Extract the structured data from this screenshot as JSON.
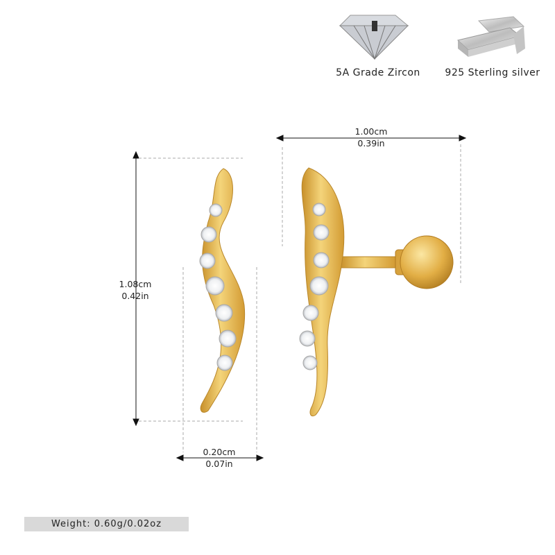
{
  "features": [
    {
      "icon": "zircon-gem-icon",
      "label": "5A Grade Zircon"
    },
    {
      "icon": "silver-bar-icon",
      "label": "925 Sterling silver"
    }
  ],
  "dimensions": {
    "height": {
      "cm": "1.08cm",
      "in": "0.42in"
    },
    "width": {
      "cm": "1.00cm",
      "in": "0.39in"
    },
    "thickness": {
      "cm": "0.20cm",
      "in": "0.07in"
    }
  },
  "weight": "Weight: 0.60g/0.02oz",
  "colors": {
    "gold": "#e8b64a",
    "gold_dark": "#c8902a",
    "label_bg": "#d9d9d9"
  }
}
